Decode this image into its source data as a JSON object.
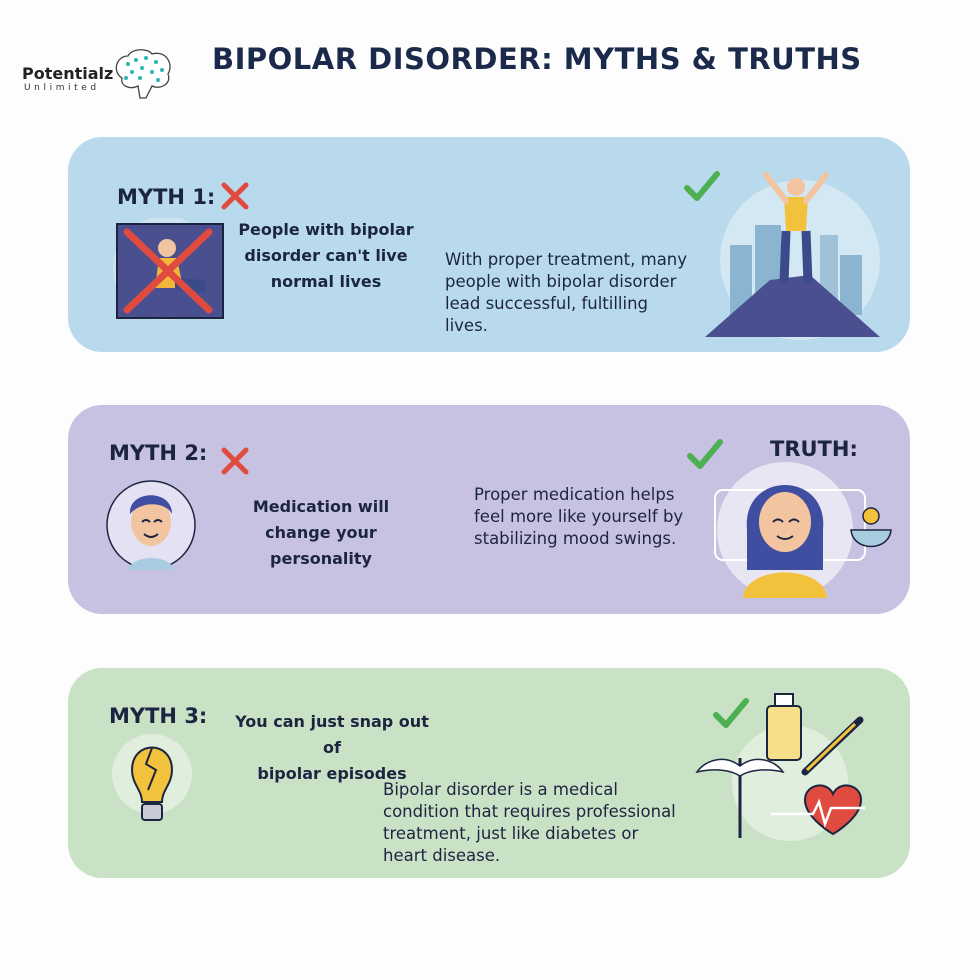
{
  "brand": {
    "name": "Potentialz",
    "tagline": "Unlimited"
  },
  "title": "BIPOLAR DISORDER: MYTHS & TRUTHS",
  "colors": {
    "card1": "#b9daed",
    "card2": "#c8c2e2",
    "card3": "#c9e2c6",
    "cross": "#e04b3f",
    "check": "#4caf50",
    "title": "#1b2a4a"
  },
  "myths": [
    {
      "label": "MYTH 1:",
      "myth": [
        "People with bipolar",
        "disorder can't live",
        "normal lives"
      ],
      "truth": [
        "With proper treatment, many",
        "people with bipolar disorder",
        "lead successful, fultilling",
        "lives."
      ],
      "icons": [
        "cross-icon",
        "check-icon",
        "person-celebrating-illustration"
      ]
    },
    {
      "label": "MYTH 2:",
      "myth": [
        "Medication will",
        "change your personality"
      ],
      "truth_label": "TRUTH:",
      "truth": [
        "Proper medication helps",
        "feel more like yourself by",
        "stabilizing mood swings."
      ],
      "icons": [
        "cross-icon",
        "check-icon",
        "smiling-face-illustration"
      ]
    },
    {
      "label": "MYTH 3:",
      "myth": [
        "You can just snap out of",
        "bipolar episodes"
      ],
      "truth": [
        "Bipolar disorder is a medical",
        "condition that requires professional",
        "treatment, just like diabetes or",
        "heart disease."
      ],
      "icons": [
        "broken-lightbulb-icon",
        "check-icon",
        "medical-illustration"
      ]
    }
  ]
}
